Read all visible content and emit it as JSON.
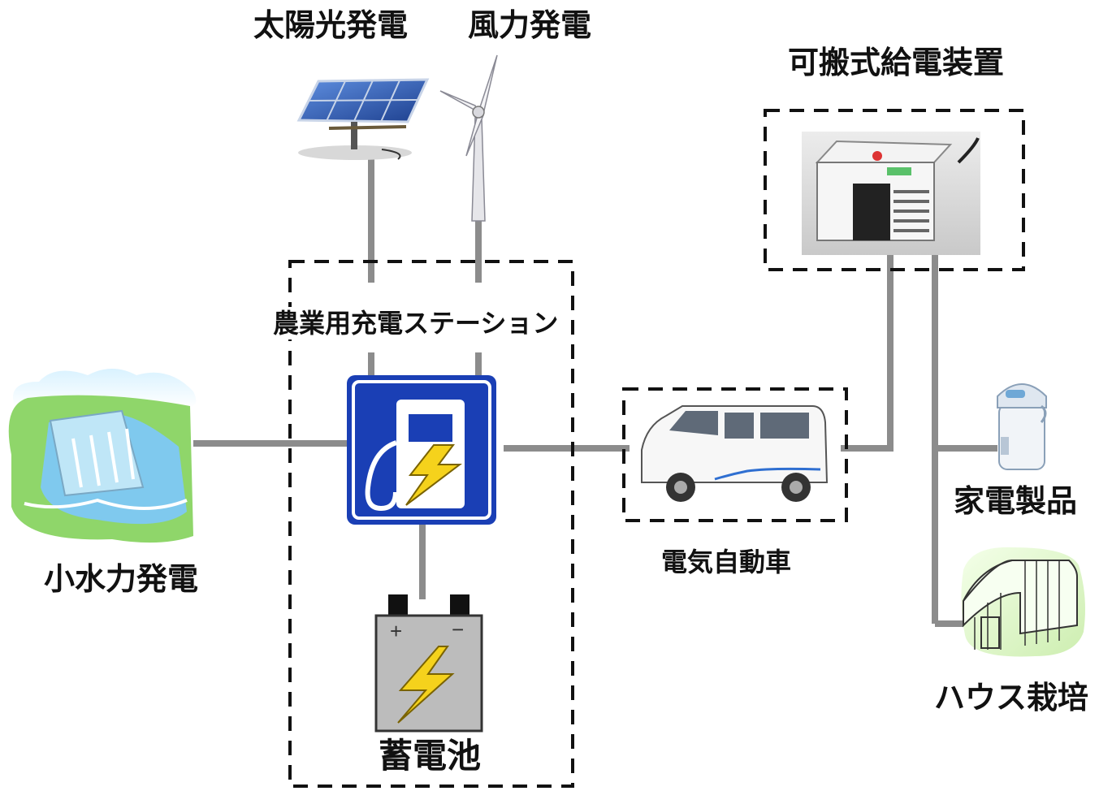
{
  "labels": {
    "solar": "太陽光発電",
    "wind": "風力発電",
    "portable": "可搬式給電装置",
    "station": "農業用充電ステーション",
    "hydro": "小水力発電",
    "ev": "電気自動車",
    "appliance": "家電製品",
    "greenhouse": "ハウス栽培",
    "battery": "蓄電池",
    "battery_plus": "+",
    "battery_minus": "−"
  },
  "colors": {
    "line": "#8c8c8c",
    "sign_blue": "#1a3fb5",
    "bolt": "#f5d21c",
    "battery_body": "#bcbcbc",
    "panel_blue": "#2b5bb8",
    "water": "#7fc9ee",
    "grass": "#8fd66a"
  }
}
